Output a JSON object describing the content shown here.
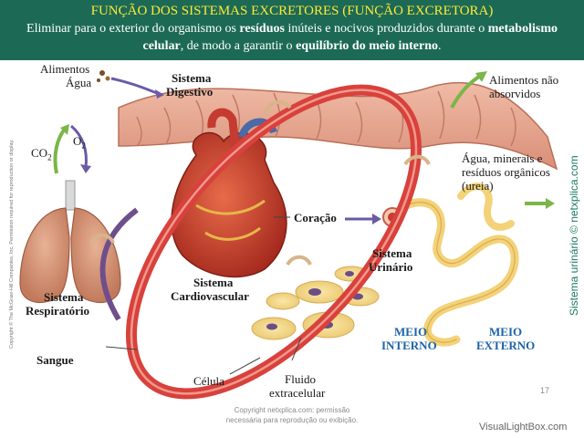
{
  "header": {
    "title": "FUNÇÃO DOS SISTEMAS EXCRETORES (FUNÇÃO EXCRETORA)",
    "subtitle_parts": [
      {
        "text": "Eliminar para o exterior do organismo os ",
        "bold": false
      },
      {
        "text": "resíduos",
        "bold": true
      },
      {
        "text": " inúteis e nocivos produzidos durante o ",
        "bold": false
      },
      {
        "text": "metabolismo celular",
        "bold": true
      },
      {
        "text": ", de modo a garantir o ",
        "bold": false
      },
      {
        "text": "equilíbrio do meio interno",
        "bold": true
      },
      {
        "text": ".",
        "bold": false
      }
    ]
  },
  "labels": {
    "alimentos": "Alimentos",
    "agua": "Água",
    "sistema_digestivo_1": "Sistema",
    "sistema_digestivo_2": "Digestivo",
    "alimentos_nao_1": "Alimentos não",
    "alimentos_nao_2": "absorvidos",
    "agua_minerais_1": "Água, minerais e",
    "agua_minerais_2": "resíduos orgânicos",
    "agua_minerais_3": "(ureia)",
    "co2": "CO",
    "co2_sub": "2",
    "o2": "O",
    "o2_sub": "2",
    "coracao": "Coração",
    "sistema_cardio_1": "Sistema",
    "sistema_cardio_2": "Cardiovascular",
    "sistema_urin_1": "Sistema",
    "sistema_urin_2": "Urinário",
    "sistema_resp_1": "Sistema",
    "sistema_resp_2": "Respiratório",
    "meio_interno_1": "MEIO",
    "meio_interno_2": "INTERNO",
    "meio_externo_1": "MEIO",
    "meio_externo_2": "EXTERNO",
    "sangue": "Sangue",
    "celula": "Célula",
    "fluido_1": "Fluido",
    "fluido_2": "extracelular"
  },
  "side_text": "Sistema urinário © netxplica.com",
  "copyright_vertical": "Copyright © The McGraw-Hill Companies, Inc. Permission required for reproduction or display.",
  "footer": {
    "line1": "Copyright netxplica.com: permissão",
    "line2": "necessária para reprodução ou exibição."
  },
  "page_number": "17",
  "watermark": "VisualLightBox.com",
  "colors": {
    "header_bg": "#1c6a55",
    "title": "#ffe83a",
    "blood_vessel": "#d8413c",
    "intestine": "#e7a58f",
    "kidney_tube": "#f3d27a",
    "meio_blue": "#1d63a8",
    "green_arrow": "#7ab648"
  }
}
